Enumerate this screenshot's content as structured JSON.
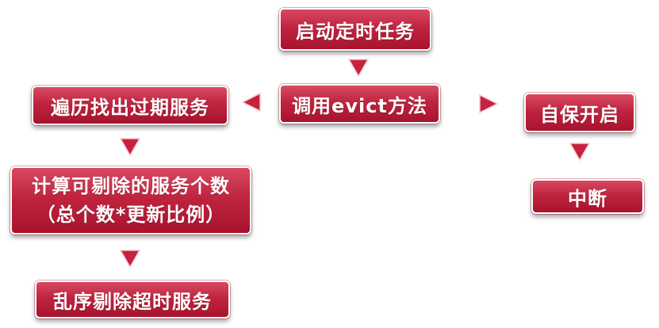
{
  "nodes": {
    "start_task": "启动定时任务",
    "call_evict": "调用evict方法",
    "iterate_expired": "遍历找出过期服务",
    "self_protect": "自保开启",
    "interrupt": "中断",
    "calc_line1": "计算可剔除的服务个数",
    "calc_line2": "（总个数*更新比例）",
    "random_evict": "乱序剔除超时服务"
  },
  "colors": {
    "box_fill": "#c0243f",
    "box_border": "#ffffff",
    "arrow_fill": "#c8213d",
    "text": "#ffffff"
  }
}
